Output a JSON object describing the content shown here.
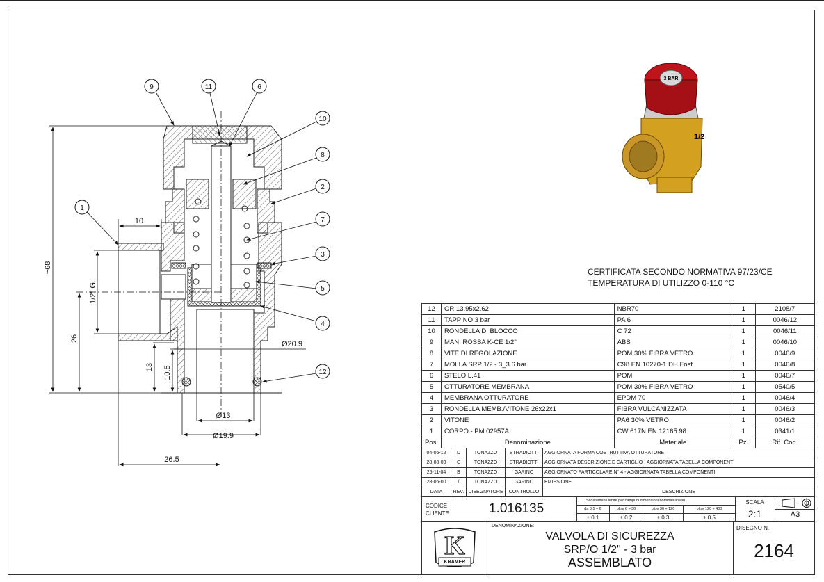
{
  "drawing": {
    "balloons": [
      {
        "n": "9"
      },
      {
        "n": "11"
      },
      {
        "n": "6"
      },
      {
        "n": "10"
      },
      {
        "n": "8"
      },
      {
        "n": "2"
      },
      {
        "n": "1"
      },
      {
        "n": "7"
      },
      {
        "n": "3"
      },
      {
        "n": "5"
      },
      {
        "n": "4"
      },
      {
        "n": "12"
      }
    ],
    "dimensions": {
      "overall_height": "~68",
      "thread": "1/2\" G.",
      "height_26": "26",
      "height_13": "13",
      "height_10_5": "10.5",
      "inlet_length": "10",
      "dia_20_9": "Ø20.9",
      "dia_13": "Ø13",
      "dia_19_9": "Ø19.9",
      "offset_26_5": "26.5"
    }
  },
  "notes": {
    "line1": "CERTIFICATA SECONDO NORMATIVA 97/23/CE",
    "line2": "TEMPERATURA DI UTILIZZO 0-110 °C"
  },
  "parts": {
    "rows": [
      {
        "pos": "12",
        "name": "OR 13.95x2.62",
        "material": "NBR70",
        "qty": "1",
        "ref": "2108/7"
      },
      {
        "pos": "11",
        "name": "TAPPINO 3 bar",
        "material": "PA 6",
        "qty": "1",
        "ref": "0046/12"
      },
      {
        "pos": "10",
        "name": "RONDELLA DI BLOCCO",
        "material": "C 72",
        "qty": "1",
        "ref": "0046/11"
      },
      {
        "pos": "9",
        "name": "MAN. ROSSA K-CE 1/2\"",
        "material": "ABS",
        "qty": "1",
        "ref": "0046/10"
      },
      {
        "pos": "8",
        "name": "VITE DI REGOLAZIONE",
        "material": "POM 30% FIBRA VETRO",
        "qty": "1",
        "ref": "0046/9"
      },
      {
        "pos": "7",
        "name": "MOLLA SRP 1/2 - 3_3.6 bar",
        "material": "C98 EN 10270-1 DH Fosf.",
        "qty": "1",
        "ref": "0046/8"
      },
      {
        "pos": "6",
        "name": "STELO L.41",
        "material": "POM",
        "qty": "1",
        "ref": "0046/7"
      },
      {
        "pos": "5",
        "name": "OTTURATORE MEMBRANA",
        "material": "POM 30% FIBRA VETRO",
        "qty": "1",
        "ref": "0540/5"
      },
      {
        "pos": "4",
        "name": "MEMBRANA OTTURATORE",
        "material": "EPDM 70",
        "qty": "1",
        "ref": "0046/4"
      },
      {
        "pos": "3",
        "name": "RONDELLA MEMB./VITONE 26x22x1",
        "material": "FIBRA VULCANIZZATA",
        "qty": "1",
        "ref": "0046/3"
      },
      {
        "pos": "2",
        "name": "VITONE",
        "material": "PA6 30% VETRO",
        "qty": "1",
        "ref": "0046/2"
      },
      {
        "pos": "1",
        "name": "CORPO - PM 02957A",
        "material": "CW 617N EN 12165:98",
        "qty": "1",
        "ref": "0341/1"
      }
    ],
    "header": {
      "pos": "Pos.",
      "name": "Denominazione",
      "material": "Materiale",
      "qty": "Pz.",
      "ref": "Rif. Cod."
    }
  },
  "revisions": {
    "rows": [
      {
        "date": "04-06-12",
        "rev": "D",
        "designer": "TONAZZO",
        "check": "STRADIOTTI",
        "desc": "AGGIORNATA FORMA COSTRUTTIVA OTTURATORE"
      },
      {
        "date": "28-08-08",
        "rev": "C",
        "designer": "TONAZZO",
        "check": "STRADIOTTI",
        "desc": "AGGIORNATA DESCRIZIONE E CARTIGLIO - AGGIORNATA TABELLA COMPONENTI"
      },
      {
        "date": "25-11-04",
        "rev": "B",
        "designer": "TONAZZO",
        "check": "GARINO",
        "desc": "AGGIORNATO PARTICOLARE N° 4 - AGGIORNATA TABELLA COMPONENTI"
      },
      {
        "date": "28-06-00",
        "rev": "/",
        "designer": "TONAZZO",
        "check": "GARINO",
        "desc": "EMISSIONE"
      }
    ],
    "header": {
      "date": "DATA",
      "rev": "REV.",
      "designer": "DISEGNATORE",
      "check": "CONTROLLO",
      "desc": "DESCRIZIONE"
    }
  },
  "title_block": {
    "client_code_label_1": "CODICE",
    "client_code_label_2": "CLIENTE",
    "client_code": "1.016135",
    "tolerance_title": "Scostamenti limite per campi di dimensioni nominali lineari",
    "tolerance_ranges": [
      "da 0.5 ÷ 6",
      "oltre 6 ÷ 30",
      "oltre 30 ÷ 120",
      "oltre 120 ÷ 400"
    ],
    "tolerance_values": [
      "± 0.1",
      "± 0.2",
      "± 0.3",
      "± 0.5"
    ],
    "scale_label": "SCALA",
    "scale": "2:1",
    "format": "A3",
    "logo_text": "KRAMER",
    "denomination_label": "DENOMINAZIONE:",
    "title_1": "VALVOLA DI SICUREZZA",
    "title_2": "SRP/O 1/2\" - 3 bar",
    "title_3": "ASSEMBLATO",
    "drawing_no_label": "DISEGNO N.",
    "drawing_no": "2164"
  },
  "product_render": {
    "cap_text": "3 BAR",
    "body_mark": "1/2"
  }
}
